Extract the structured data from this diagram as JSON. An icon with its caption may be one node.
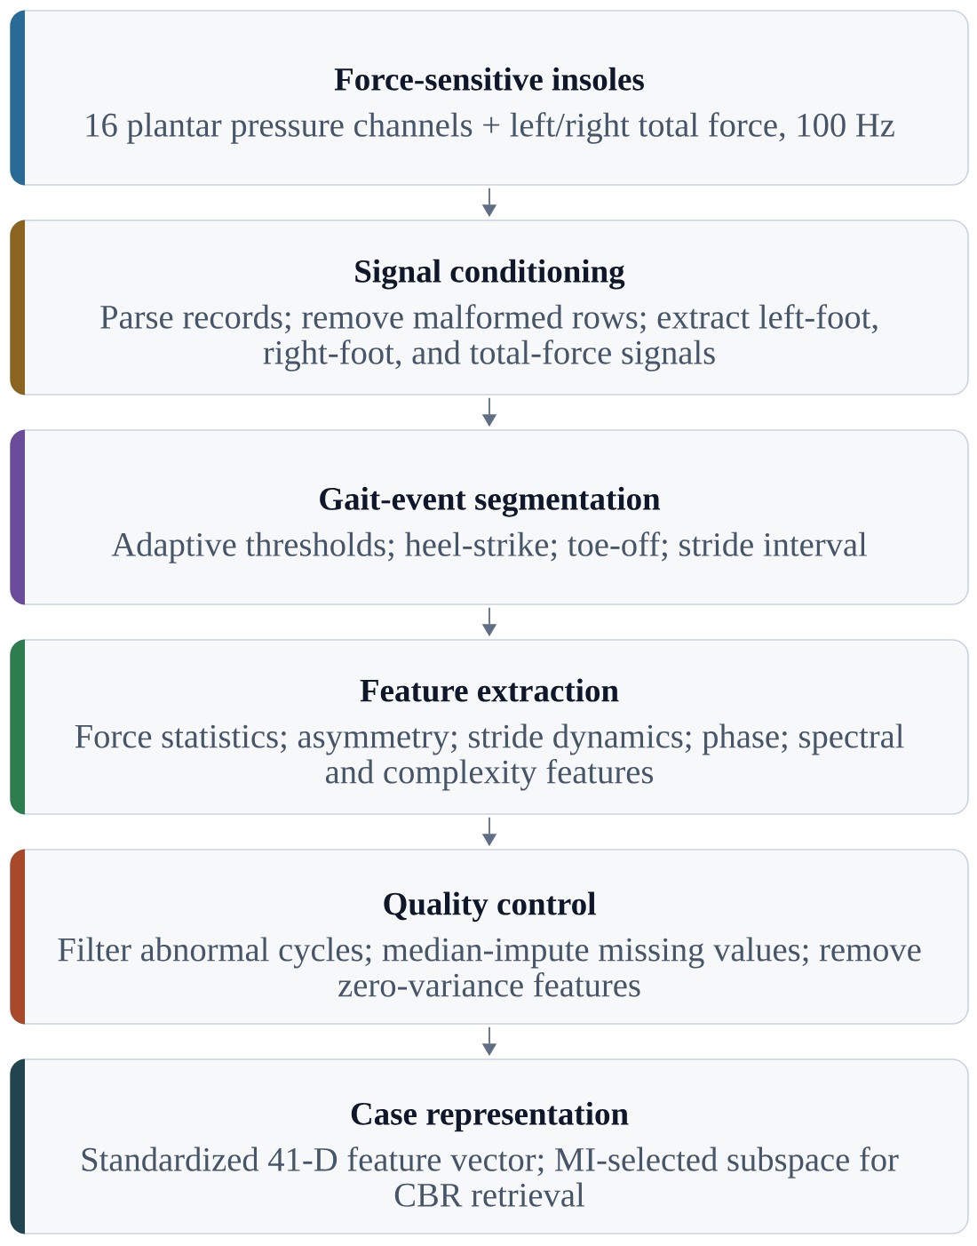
{
  "diagram": {
    "nodes": [
      {
        "text": [
          "Force-sensitive insoles",
          "16 plantar pressure channels + left/right total force, 100 Hz"
        ]
      },
      {
        "text": [
          "Signal conditioning",
          "Parse records; remove malformed rows; extract left-foot, right-foot, and total-force signals"
        ]
      },
      {
        "text": [
          "Gait-event segmentation",
          "Adaptive thresholds; heel-strike; toe-off; stride interval"
        ]
      },
      {
        "text": [
          "Feature extraction",
          "Force statistics; asymmetry; stride dynamics; phase; spectral and complexity features"
        ]
      },
      {
        "text": [
          "Quality control",
          "Filter abnormal cycles; median-impute missing values; remove zero-variance features"
        ]
      },
      {
        "text": [
          "Case representation",
          "Standardized 41-D feature vector; MI-selected subspace for CBR retrieval"
        ]
      }
    ],
    "edges": [
      {
        "from": 0,
        "to": 1,
        "arrow": "to"
      },
      {
        "from": 1,
        "to": 2,
        "arrow": "to"
      },
      {
        "from": 2,
        "to": 3,
        "arrow": "to"
      },
      {
        "from": 3,
        "to": 4,
        "arrow": "to"
      },
      {
        "from": 4,
        "to": 5,
        "arrow": "to"
      }
    ]
  }
}
